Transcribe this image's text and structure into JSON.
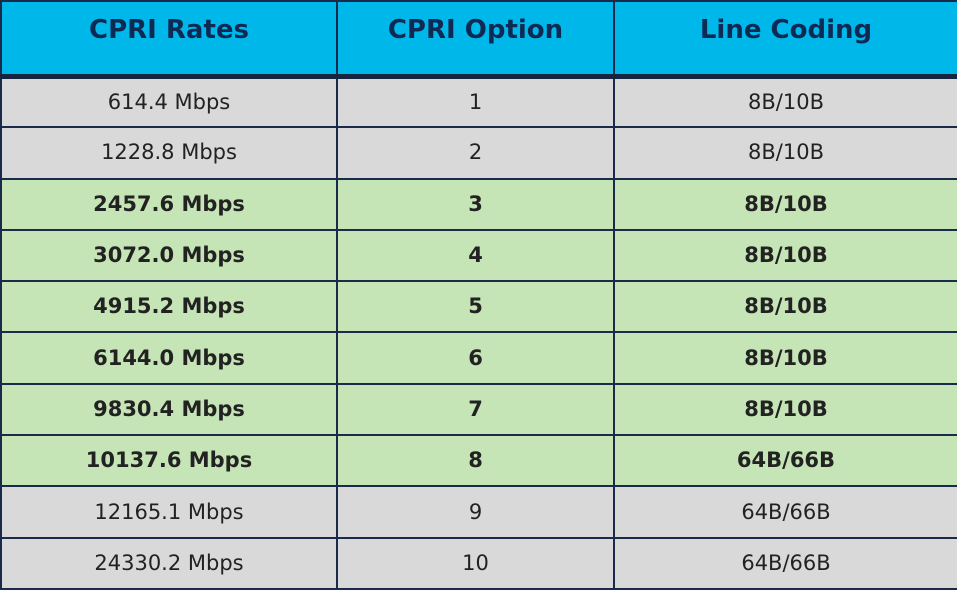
{
  "table": {
    "headers": [
      "CPRI Rates",
      "CPRI Option",
      "Line Coding"
    ],
    "rows": [
      {
        "rate": "614.4 Mbps",
        "option": "1",
        "coding": "8B/10B",
        "style": "gray"
      },
      {
        "rate": "1228.8 Mbps",
        "option": "2",
        "coding": "8B/10B",
        "style": "gray"
      },
      {
        "rate": "2457.6 Mbps",
        "option": "3",
        "coding": "8B/10B",
        "style": "green"
      },
      {
        "rate": "3072.0 Mbps",
        "option": "4",
        "coding": "8B/10B",
        "style": "green"
      },
      {
        "rate": "4915.2 Mbps",
        "option": "5",
        "coding": "8B/10B",
        "style": "green"
      },
      {
        "rate": "6144.0 Mbps",
        "option": "6",
        "coding": "8B/10B",
        "style": "green"
      },
      {
        "rate": "9830.4 Mbps",
        "option": "7",
        "coding": "8B/10B",
        "style": "green"
      },
      {
        "rate": "10137.6 Mbps",
        "option": "8",
        "coding": "64B/66B",
        "style": "green"
      },
      {
        "rate": "12165.1 Mbps",
        "option": "9",
        "coding": "64B/66B",
        "style": "gray"
      },
      {
        "rate": "24330.2 Mbps",
        "option": "10",
        "coding": "64B/66B",
        "style": "gray"
      }
    ]
  },
  "colors": {
    "header_bg": "#00b7ea",
    "header_text": "#0d2a55",
    "row_gray": "#d9d9d9",
    "row_green": "#c6e5b6",
    "border": "#1b2a4a"
  }
}
